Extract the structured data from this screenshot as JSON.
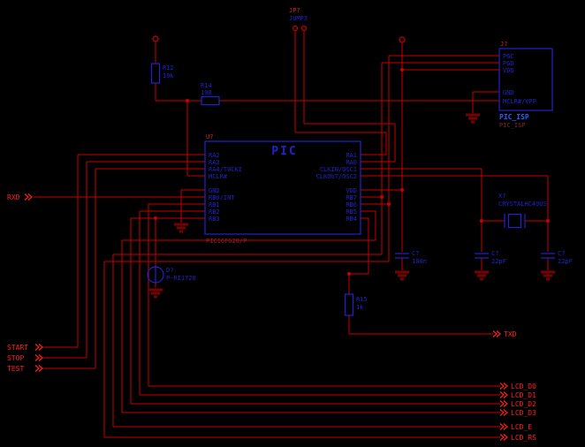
{
  "colors": {
    "background": "#000000",
    "wire": "#c80000",
    "net_label": "#ff1f1f",
    "component_blue": "#2222cc",
    "reference_red": "#dd2222",
    "value_dark_red": "#8b2222",
    "isp_name_blue": "#2e5bff",
    "ground_dark_red": "#7a0000"
  },
  "pic": {
    "ref": "U?",
    "title": "PIC",
    "part": "PIC16F628/P",
    "left_pins": [
      "RA2",
      "RA3",
      "RA4/T0CKI",
      "MCLR#",
      "GND",
      "RB0/INT",
      "RB1",
      "RB2",
      "RB3"
    ],
    "right_pins": [
      "RA1",
      "RA0",
      "CLKIN/OSC1",
      "CLKOUT/OSC2",
      "VDD",
      "RB7",
      "RB6",
      "RB5",
      "RB4"
    ]
  },
  "isp": {
    "ref": "J?",
    "pins": [
      "PGC",
      "PGD",
      "VDD",
      "GND",
      "MCLR#/VPP"
    ],
    "name": "PIC_ISP",
    "value": "PIC_ISP"
  },
  "jumper": {
    "ref": "JP?",
    "value": "JUMP3"
  },
  "resistors": {
    "r12": {
      "ref": "R12",
      "value": "10k"
    },
    "r14": {
      "ref": "R14",
      "value": "100"
    },
    "r15": {
      "ref": "R15",
      "value": "1k"
    }
  },
  "capacitors": {
    "c100n": {
      "ref": "C?",
      "value": "100n"
    },
    "c22_left": {
      "ref": "C?",
      "value": "22pF"
    },
    "c22_right": {
      "ref": "C?",
      "value": "22pF"
    }
  },
  "crystal": {
    "ref": "X?",
    "value": "CRYSTALHC49US"
  },
  "buzzer": {
    "ref": "D?",
    "value": "P-RI1720"
  },
  "net_labels": {
    "rxd": "RXD",
    "txd": "TXD",
    "start": "START",
    "stop": "STOP",
    "test": "TEST",
    "lcd_d0": "LCD_D0",
    "lcd_d1": "LCD_D1",
    "lcd_d2": "LCD_D2",
    "lcd_d3": "LCD_D3",
    "lcd_e": "LCD_E",
    "lcd_rs": "LCD_RS"
  }
}
